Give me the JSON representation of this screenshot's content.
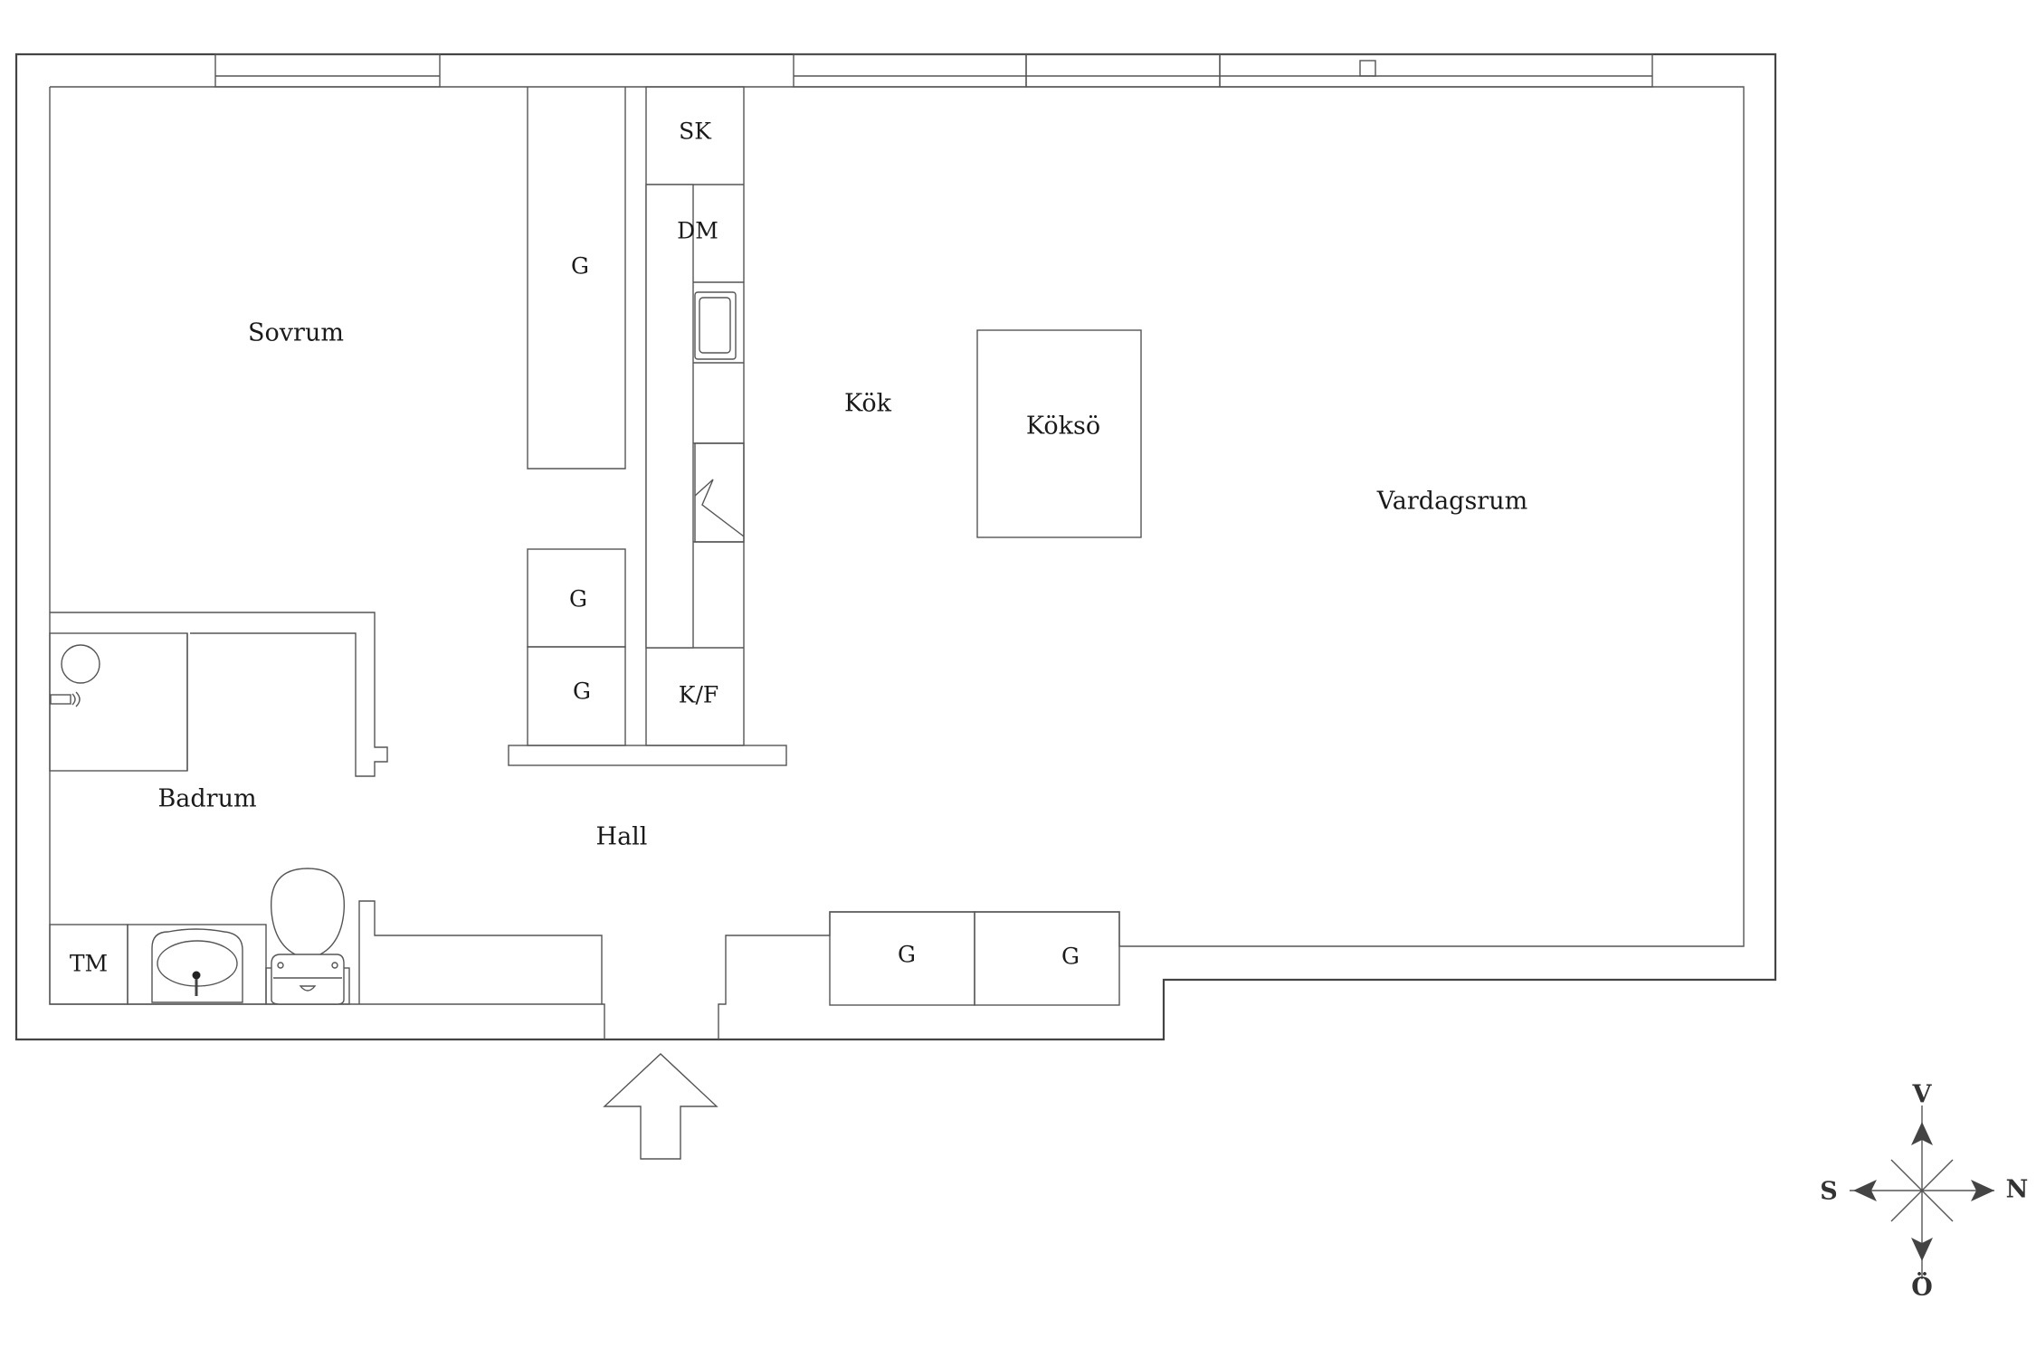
{
  "rooms": {
    "sovrum": "Sovrum",
    "kok": "Kök",
    "koksö": "Köksö",
    "vardagsrum": "Vardagsrum",
    "badrum": "Badrum",
    "hall": "Hall"
  },
  "fixtures": {
    "sk": "SK",
    "dm": "DM",
    "kf": "K/F",
    "tm": "TM",
    "g_bedroom_upper": "G",
    "g_hall_mid": "G",
    "g_hall_low": "G",
    "g_entry_left": "G",
    "g_entry_right": "G"
  },
  "compass": {
    "north": "N",
    "south": "S",
    "east": "Ö",
    "west": "V"
  }
}
